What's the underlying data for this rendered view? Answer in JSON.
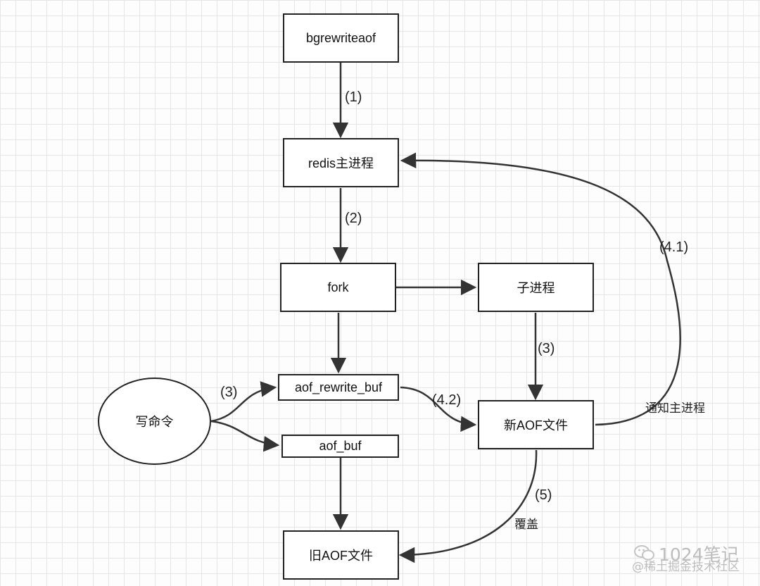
{
  "nodes": {
    "bgrewriteaof": "bgrewriteaof",
    "redis_main": "redis主进程",
    "fork": "fork",
    "child_process": "子进程",
    "aof_rewrite_buf": "aof_rewrite_buf",
    "write_command": "写命令",
    "aof_buf": "aof_buf",
    "new_aof_file": "新AOF文件",
    "old_aof_file": "旧AOF文件"
  },
  "edge_labels": {
    "step1": "(1)",
    "step2": "(2)",
    "step3_child": "(3)",
    "step3_write": "(3)",
    "step4_1": "(4.1)",
    "step4_2": "(4.2)",
    "notify_main": "通知主进程",
    "step5": "(5)",
    "overwrite": "覆盖"
  },
  "watermark": {
    "title": "1024笔记",
    "subtitle": "@稀土掘金技术社区"
  },
  "colors": {
    "line": "#333333",
    "grid": "#e6e6e6",
    "watermark": "#bdbdbd"
  }
}
